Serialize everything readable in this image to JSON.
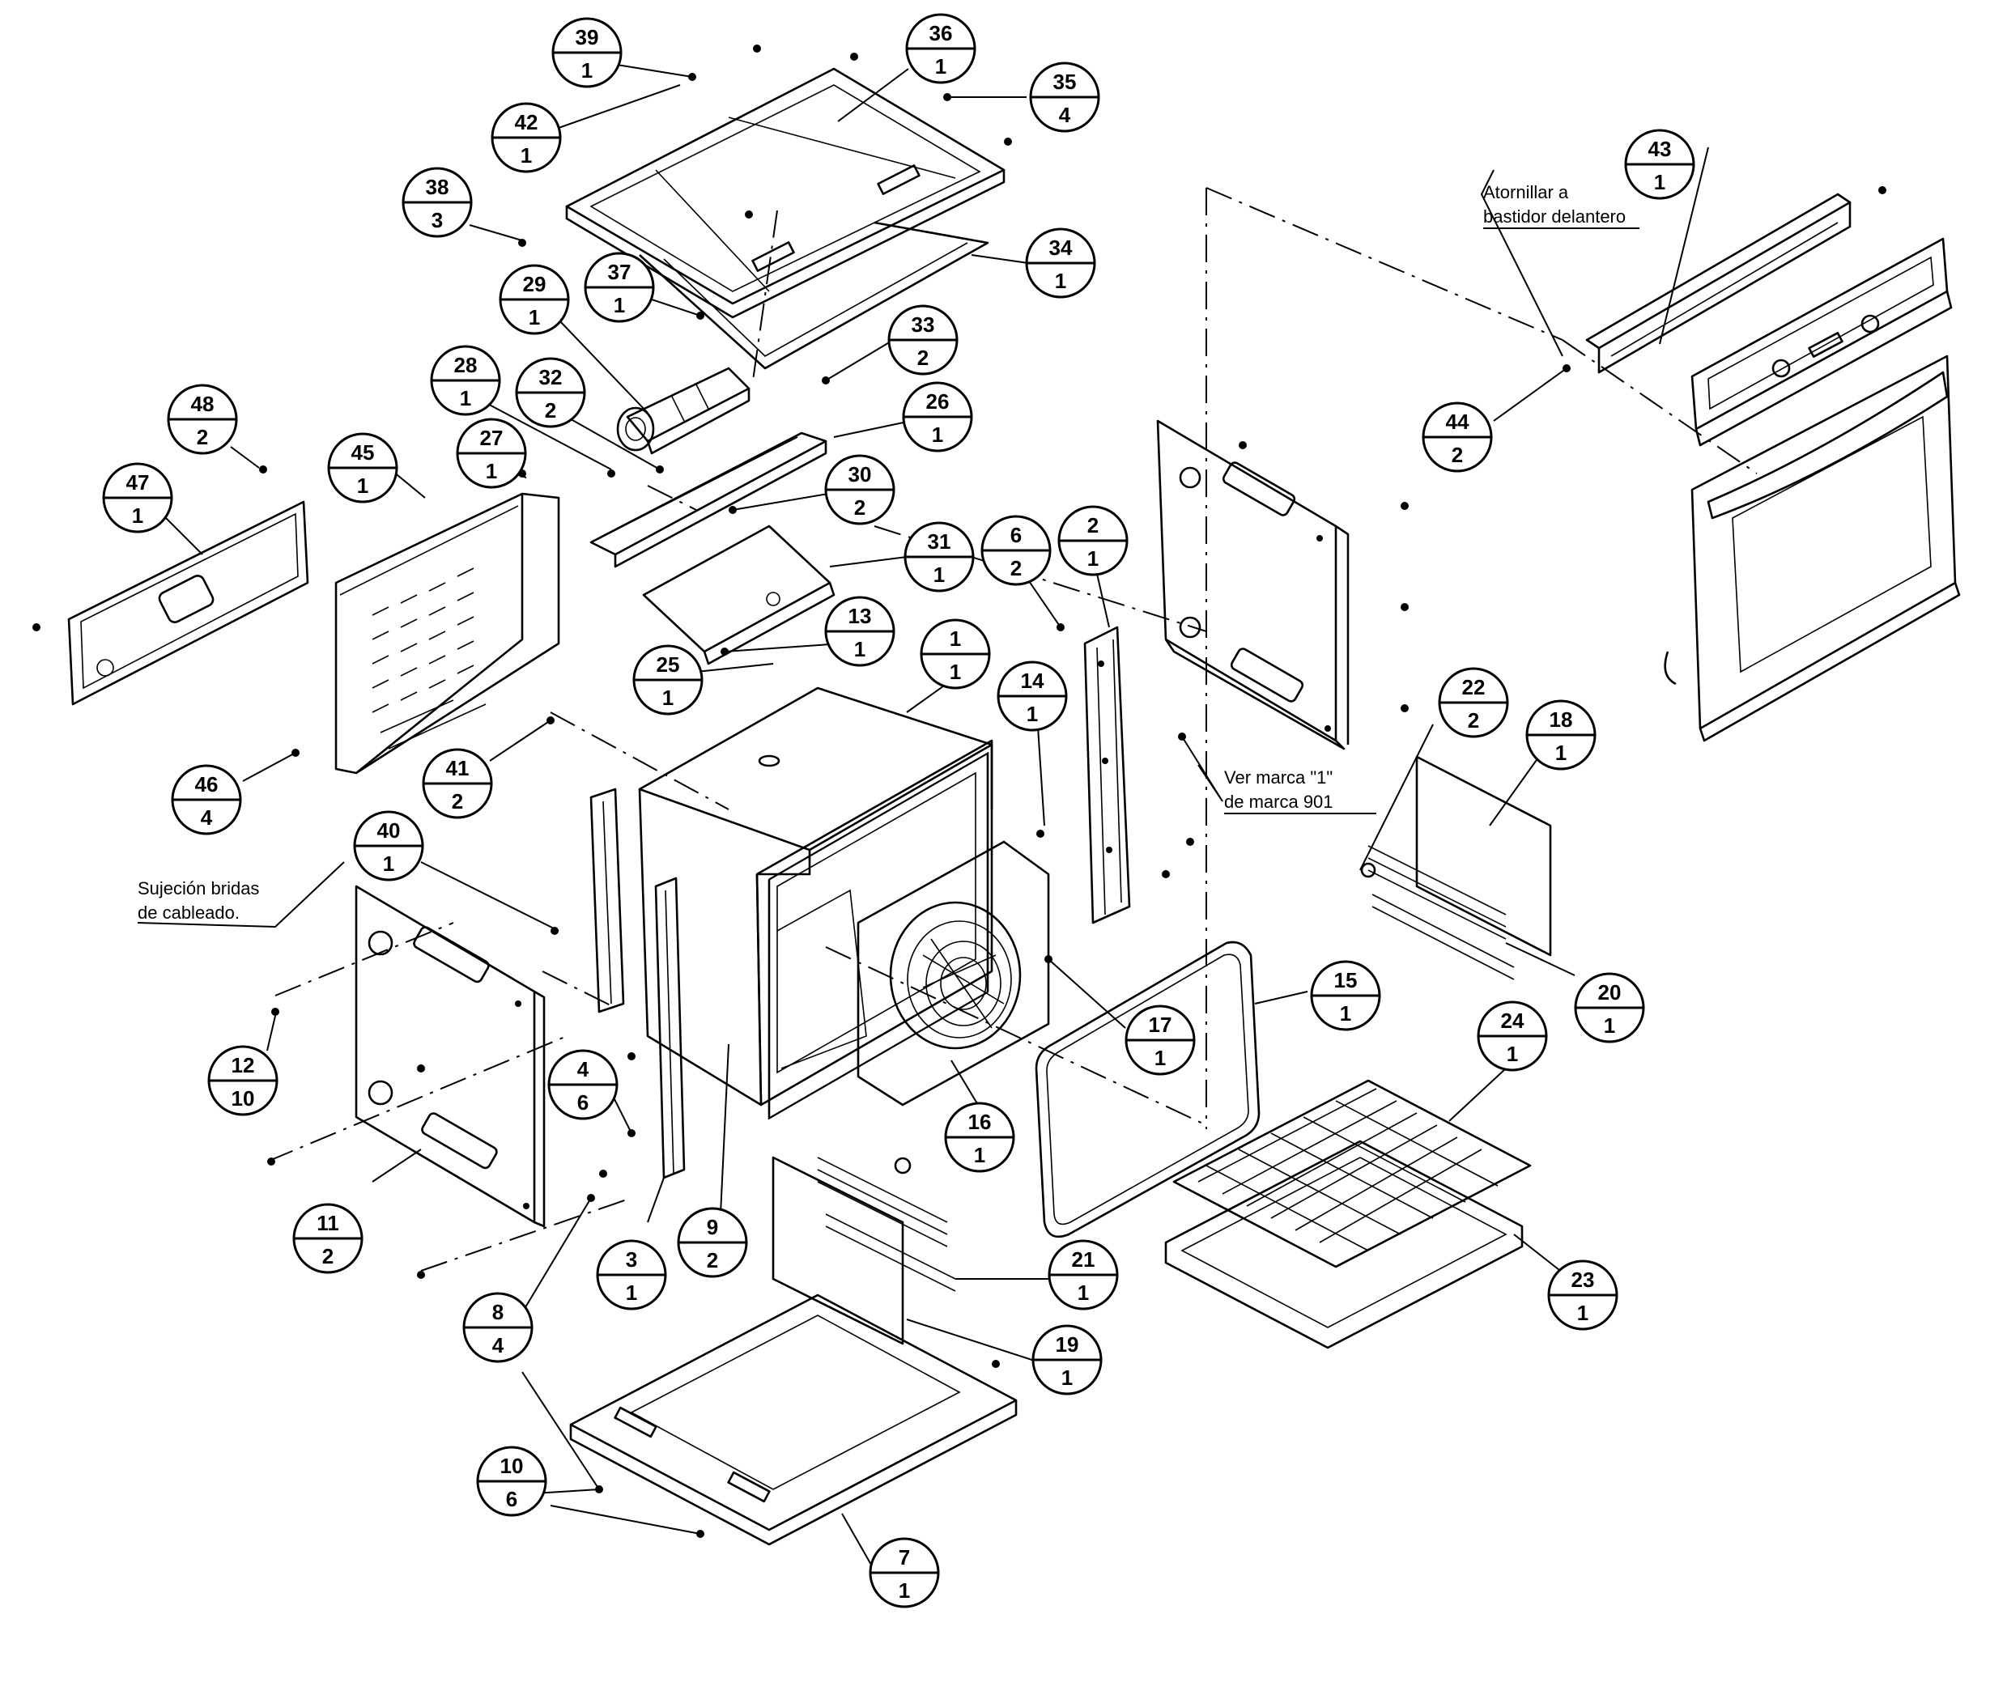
{
  "balloons": [
    {
      "id": "39",
      "qty": "1"
    },
    {
      "id": "36",
      "qty": "1"
    },
    {
      "id": "35",
      "qty": "4"
    },
    {
      "id": "42",
      "qty": "1"
    },
    {
      "id": "38",
      "qty": "3"
    },
    {
      "id": "34",
      "qty": "1"
    },
    {
      "id": "29",
      "qty": "1"
    },
    {
      "id": "37",
      "qty": "1"
    },
    {
      "id": "33",
      "qty": "2"
    },
    {
      "id": "28",
      "qty": "1"
    },
    {
      "id": "32",
      "qty": "2"
    },
    {
      "id": "26",
      "qty": "1"
    },
    {
      "id": "48",
      "qty": "2"
    },
    {
      "id": "45",
      "qty": "1"
    },
    {
      "id": "27",
      "qty": "1"
    },
    {
      "id": "30",
      "qty": "2"
    },
    {
      "id": "47",
      "qty": "1"
    },
    {
      "id": "31",
      "qty": "1"
    },
    {
      "id": "13",
      "qty": "1"
    },
    {
      "id": "25",
      "qty": "1"
    },
    {
      "id": "1",
      "qty": "1"
    },
    {
      "id": "6",
      "qty": "2"
    },
    {
      "id": "2",
      "qty": "1"
    },
    {
      "id": "14",
      "qty": "1"
    },
    {
      "id": "46",
      "qty": "4"
    },
    {
      "id": "41",
      "qty": "2"
    },
    {
      "id": "40",
      "qty": "1"
    },
    {
      "id": "22",
      "qty": "2"
    },
    {
      "id": "18",
      "qty": "1"
    },
    {
      "id": "43",
      "qty": "1"
    },
    {
      "id": "44",
      "qty": "2"
    },
    {
      "id": "12",
      "qty": "10"
    },
    {
      "id": "4",
      "qty": "6"
    },
    {
      "id": "15",
      "qty": "1"
    },
    {
      "id": "17",
      "qty": "1"
    },
    {
      "id": "20",
      "qty": "1"
    },
    {
      "id": "24",
      "qty": "1"
    },
    {
      "id": "16",
      "qty": "1"
    },
    {
      "id": "11",
      "qty": "2"
    },
    {
      "id": "9",
      "qty": "2"
    },
    {
      "id": "3",
      "qty": "1"
    },
    {
      "id": "21",
      "qty": "1"
    },
    {
      "id": "23",
      "qty": "1"
    },
    {
      "id": "8",
      "qty": "4"
    },
    {
      "id": "19",
      "qty": "1"
    },
    {
      "id": "10",
      "qty": "6"
    },
    {
      "id": "7",
      "qty": "1"
    }
  ],
  "notes": {
    "atornillar_line1": "Atornillar a",
    "atornillar_line2": "bastidor delantero",
    "ver_marca_line1": "Ver marca \"1\"",
    "ver_marca_line2": "de marca 901",
    "sujecion_line1": "Sujeción bridas",
    "sujecion_line2": "de cableado."
  }
}
